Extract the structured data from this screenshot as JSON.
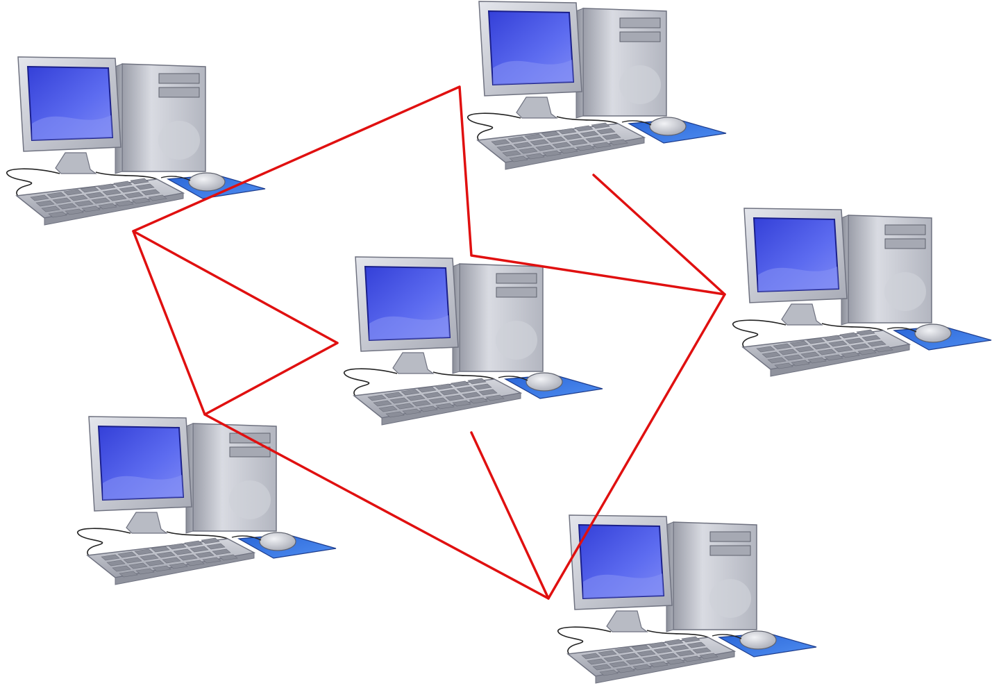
{
  "diagram": {
    "kind": "mesh-network",
    "node_count": 6,
    "link_color": "#e01010",
    "screen_color": "#4a58e8",
    "case_color": "#c9cbd3",
    "mousepad_color": "#2f6fe0",
    "nodes": [
      {
        "id": "top-left",
        "icon": "desktop-computer-icon"
      },
      {
        "id": "top",
        "icon": "desktop-computer-icon"
      },
      {
        "id": "right",
        "icon": "desktop-computer-icon"
      },
      {
        "id": "center",
        "icon": "desktop-computer-icon"
      },
      {
        "id": "bottom-left",
        "icon": "desktop-computer-icon"
      },
      {
        "id": "bottom",
        "icon": "desktop-computer-icon"
      }
    ]
  }
}
